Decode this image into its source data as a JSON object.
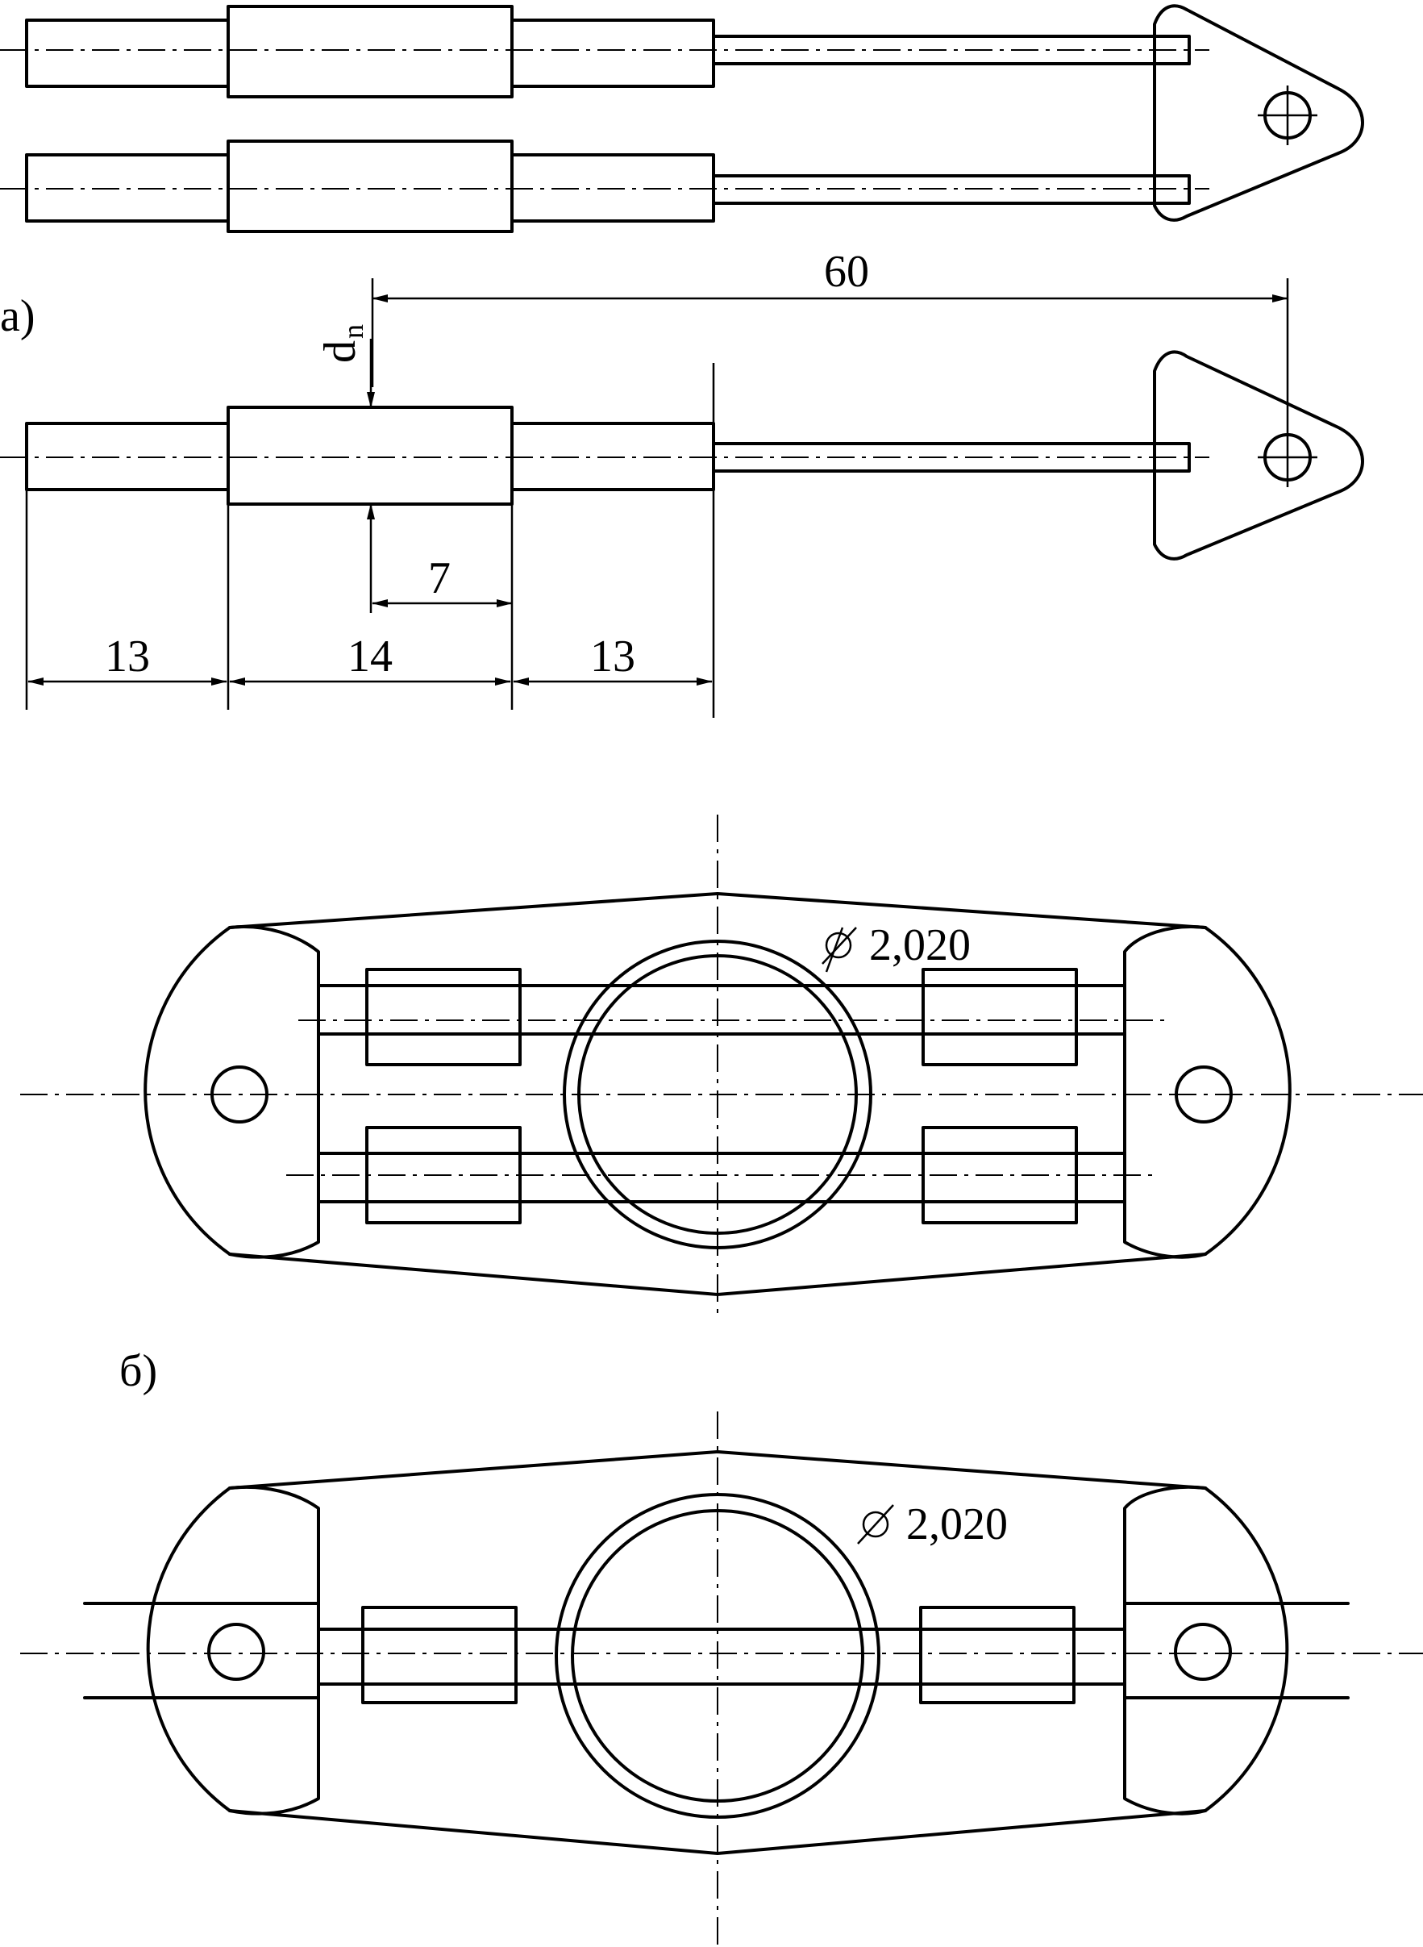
{
  "figure_a": {
    "label": "а)",
    "dims": {
      "overall": "60",
      "left_pin": "13",
      "middle": "14",
      "right_pin": "13",
      "half_middle": "7",
      "diameter_symbol": "d",
      "diameter_subscript": "n"
    }
  },
  "figure_b": {
    "label": "б)",
    "upper_view_callout": "2,020",
    "lower_view_callout": "2,020",
    "diameter_icon": "diameter-symbol-icon"
  }
}
